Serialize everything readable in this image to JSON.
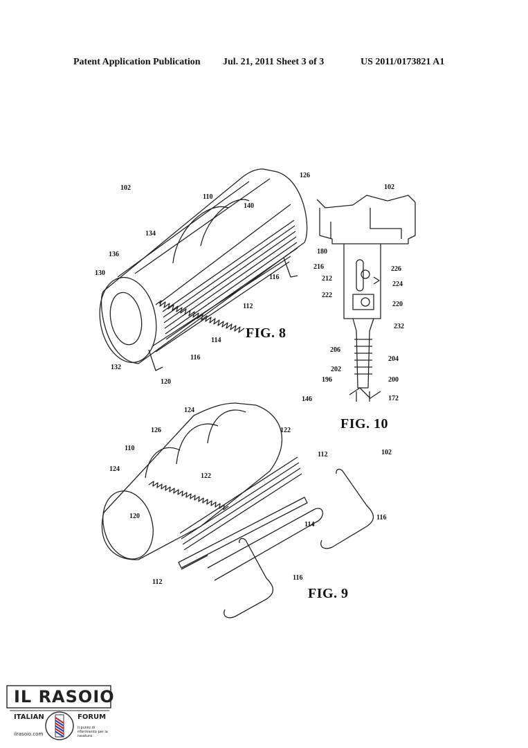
{
  "header": {
    "publication": "Patent Application Publication",
    "date_sheet": "Jul. 21, 2011   Sheet 3 of 3",
    "number": "US 2011/0173821 A1"
  },
  "figures": {
    "fig8": {
      "label": "FIG. 8",
      "refs": [
        "102",
        "126",
        "110",
        "140",
        "134",
        "136",
        "130",
        "112",
        "116",
        "114",
        "116",
        "132",
        "120"
      ]
    },
    "fig9": {
      "label": "FIG. 9",
      "refs": [
        "124",
        "126",
        "122",
        "110",
        "112",
        "102",
        "124",
        "122",
        "120",
        "114",
        "116",
        "112",
        "116"
      ]
    },
    "fig10": {
      "label": "FIG. 10",
      "refs": [
        "102",
        "180",
        "216",
        "226",
        "212",
        "224",
        "222",
        "220",
        "232",
        "206",
        "204",
        "202",
        "196",
        "200",
        "146",
        "172"
      ]
    }
  },
  "logo": {
    "title": "IL RASOIO",
    "left_word": "ITALIAN",
    "right_word": "FORUM",
    "site": "ilrasoio.com",
    "tagline": "Il punto di riferimento per la rasatura"
  }
}
